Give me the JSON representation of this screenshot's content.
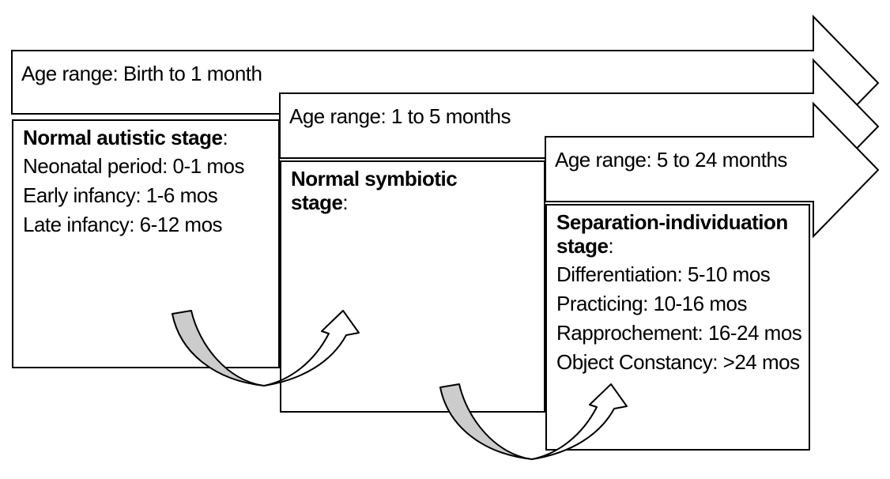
{
  "diagram_title": "",
  "stages": [
    {
      "age_bar": {
        "label": "Age range: Birth to 1 month"
      },
      "box": {
        "title_lines": [
          "Normal autistic stage"
        ],
        "title_colon": ":",
        "items": [
          "Neonatal period: 0-1 mos",
          "Early infancy: 1-6 mos",
          "Late infancy: 6-12 mos"
        ]
      }
    },
    {
      "age_bar": {
        "label": "Age range: 1 to 5 months"
      },
      "box": {
        "title_lines": [
          "Normal symbiotic",
          "stage"
        ],
        "title_colon": ":",
        "items": []
      }
    },
    {
      "age_bar": {
        "label": "Age range: 5 to 24 months"
      },
      "box": {
        "title_lines": [
          "Separation-individuation",
          "stage"
        ],
        "title_colon": ":",
        "items": [
          "Differentiation: 5-10 mos",
          "Practicing: 10-16 mos",
          "Rapprochement: 16-24 mos",
          "Object Constancy: >24 mos"
        ]
      }
    }
  ],
  "colors": {
    "outline": "#000000",
    "shape_fill": "#ffffff",
    "curved_arrow_tail": "#cccccc",
    "background": "#ffffff"
  }
}
